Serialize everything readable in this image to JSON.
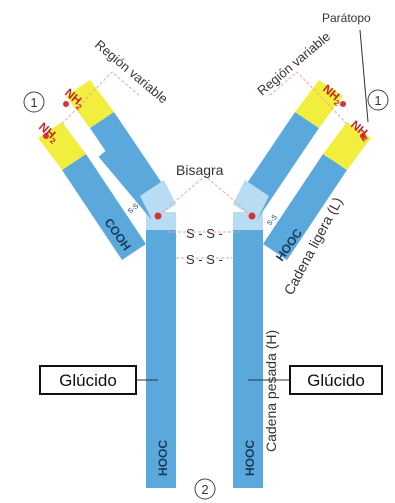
{
  "labels": {
    "paratopo": "Parátopo",
    "region_variable": "Región variable",
    "bisagra": "Bisagra",
    "disulfide": "S - S -",
    "glucido_left": "Glúcido",
    "glucido_right": "Glúcido",
    "cadena_ligera": "Cadena ligera (L)",
    "cadena_pesada": "Cadena pesada (H)",
    "nh2": "NH",
    "nh2_sub": "2",
    "cooh": "COOH",
    "hooc": "HOOC",
    "ss_small": "S-S",
    "marker_1": "1",
    "marker_2": "2"
  },
  "colors": {
    "chain_blue": "#5ba9dc",
    "light_blue": "#b8ddf2",
    "variable_yellow": "#f2ee3e",
    "red_dot": "#d9313a",
    "text": "#333333",
    "pink_dash": "#e9aaa3"
  }
}
